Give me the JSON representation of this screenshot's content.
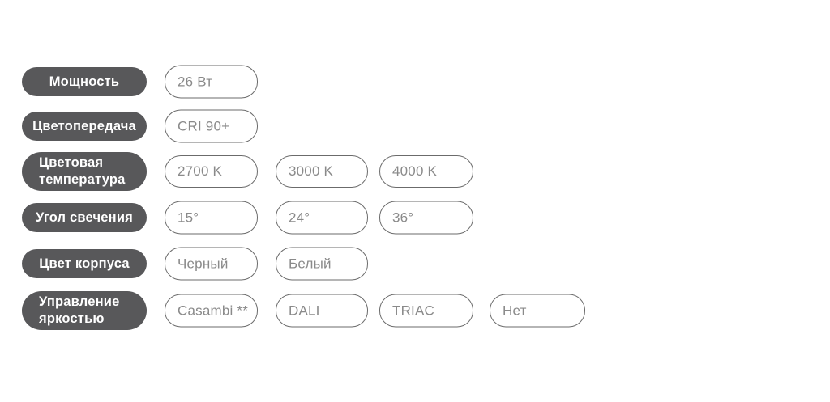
{
  "colors": {
    "label_pill_background": "#58585a",
    "label_pill_text": "#ffffff",
    "option_chip_border": "#6b6b6b",
    "option_chip_text": "#8a8a8a",
    "page_background": "#ffffff"
  },
  "spec": {
    "rows": [
      {
        "label": "Мощность",
        "values": [
          "26 Вт"
        ]
      },
      {
        "label": "Цветопередача",
        "values": [
          "CRI 90+"
        ]
      },
      {
        "label": "Цветовая температура",
        "values": [
          "2700 K",
          "3000 K",
          "4000 K"
        ]
      },
      {
        "label": "Угол свечения",
        "values": [
          "15°",
          "24°",
          "36°"
        ]
      },
      {
        "label": "Цвет корпуса",
        "values": [
          "Черный",
          "Белый"
        ]
      },
      {
        "label": "Управление яркостью",
        "values": [
          "Casambi **",
          "DALI",
          "TRIAC",
          "Нет"
        ]
      }
    ]
  }
}
